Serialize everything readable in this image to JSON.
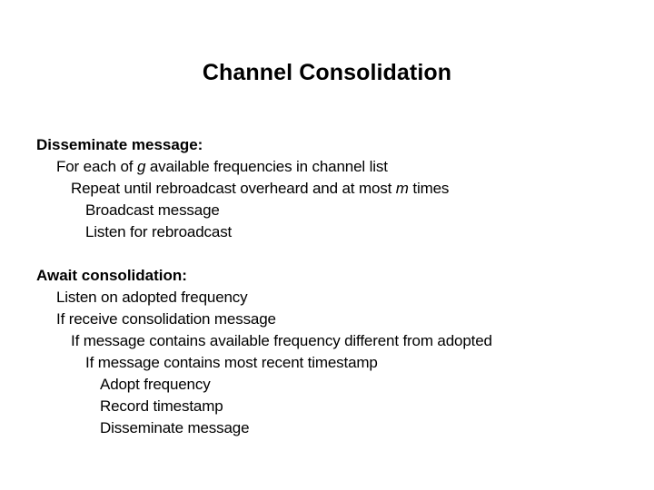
{
  "slide": {
    "title": "Channel Consolidation",
    "background_color": "#ffffff",
    "text_color": "#000000",
    "blocks": [
      {
        "heading": "Disseminate message:",
        "lines": [
          {
            "indent": 1,
            "text": "For each of g available frequencies in channel list",
            "italic_tokens": [
              "g"
            ]
          },
          {
            "indent": 2,
            "text": "Repeat until rebroadcast overheard and at most m times",
            "italic_tokens": [
              "m"
            ]
          },
          {
            "indent": 3,
            "text": "Broadcast message",
            "italic_tokens": []
          },
          {
            "indent": 3,
            "text": "Listen for rebroadcast",
            "italic_tokens": []
          }
        ]
      },
      {
        "heading": "Await consolidation:",
        "lines": [
          {
            "indent": 1,
            "text": "Listen on adopted frequency",
            "italic_tokens": []
          },
          {
            "indent": 1,
            "text": "If receive consolidation message",
            "italic_tokens": []
          },
          {
            "indent": 2,
            "text": "If message contains available frequency different from adopted",
            "italic_tokens": []
          },
          {
            "indent": 3,
            "text": "If message contains most recent timestamp",
            "italic_tokens": []
          },
          {
            "indent": 4,
            "text": "Adopt frequency",
            "italic_tokens": []
          },
          {
            "indent": 4,
            "text": "Record timestamp",
            "italic_tokens": []
          },
          {
            "indent": 4,
            "text": "Disseminate message",
            "italic_tokens": []
          }
        ]
      }
    ]
  }
}
